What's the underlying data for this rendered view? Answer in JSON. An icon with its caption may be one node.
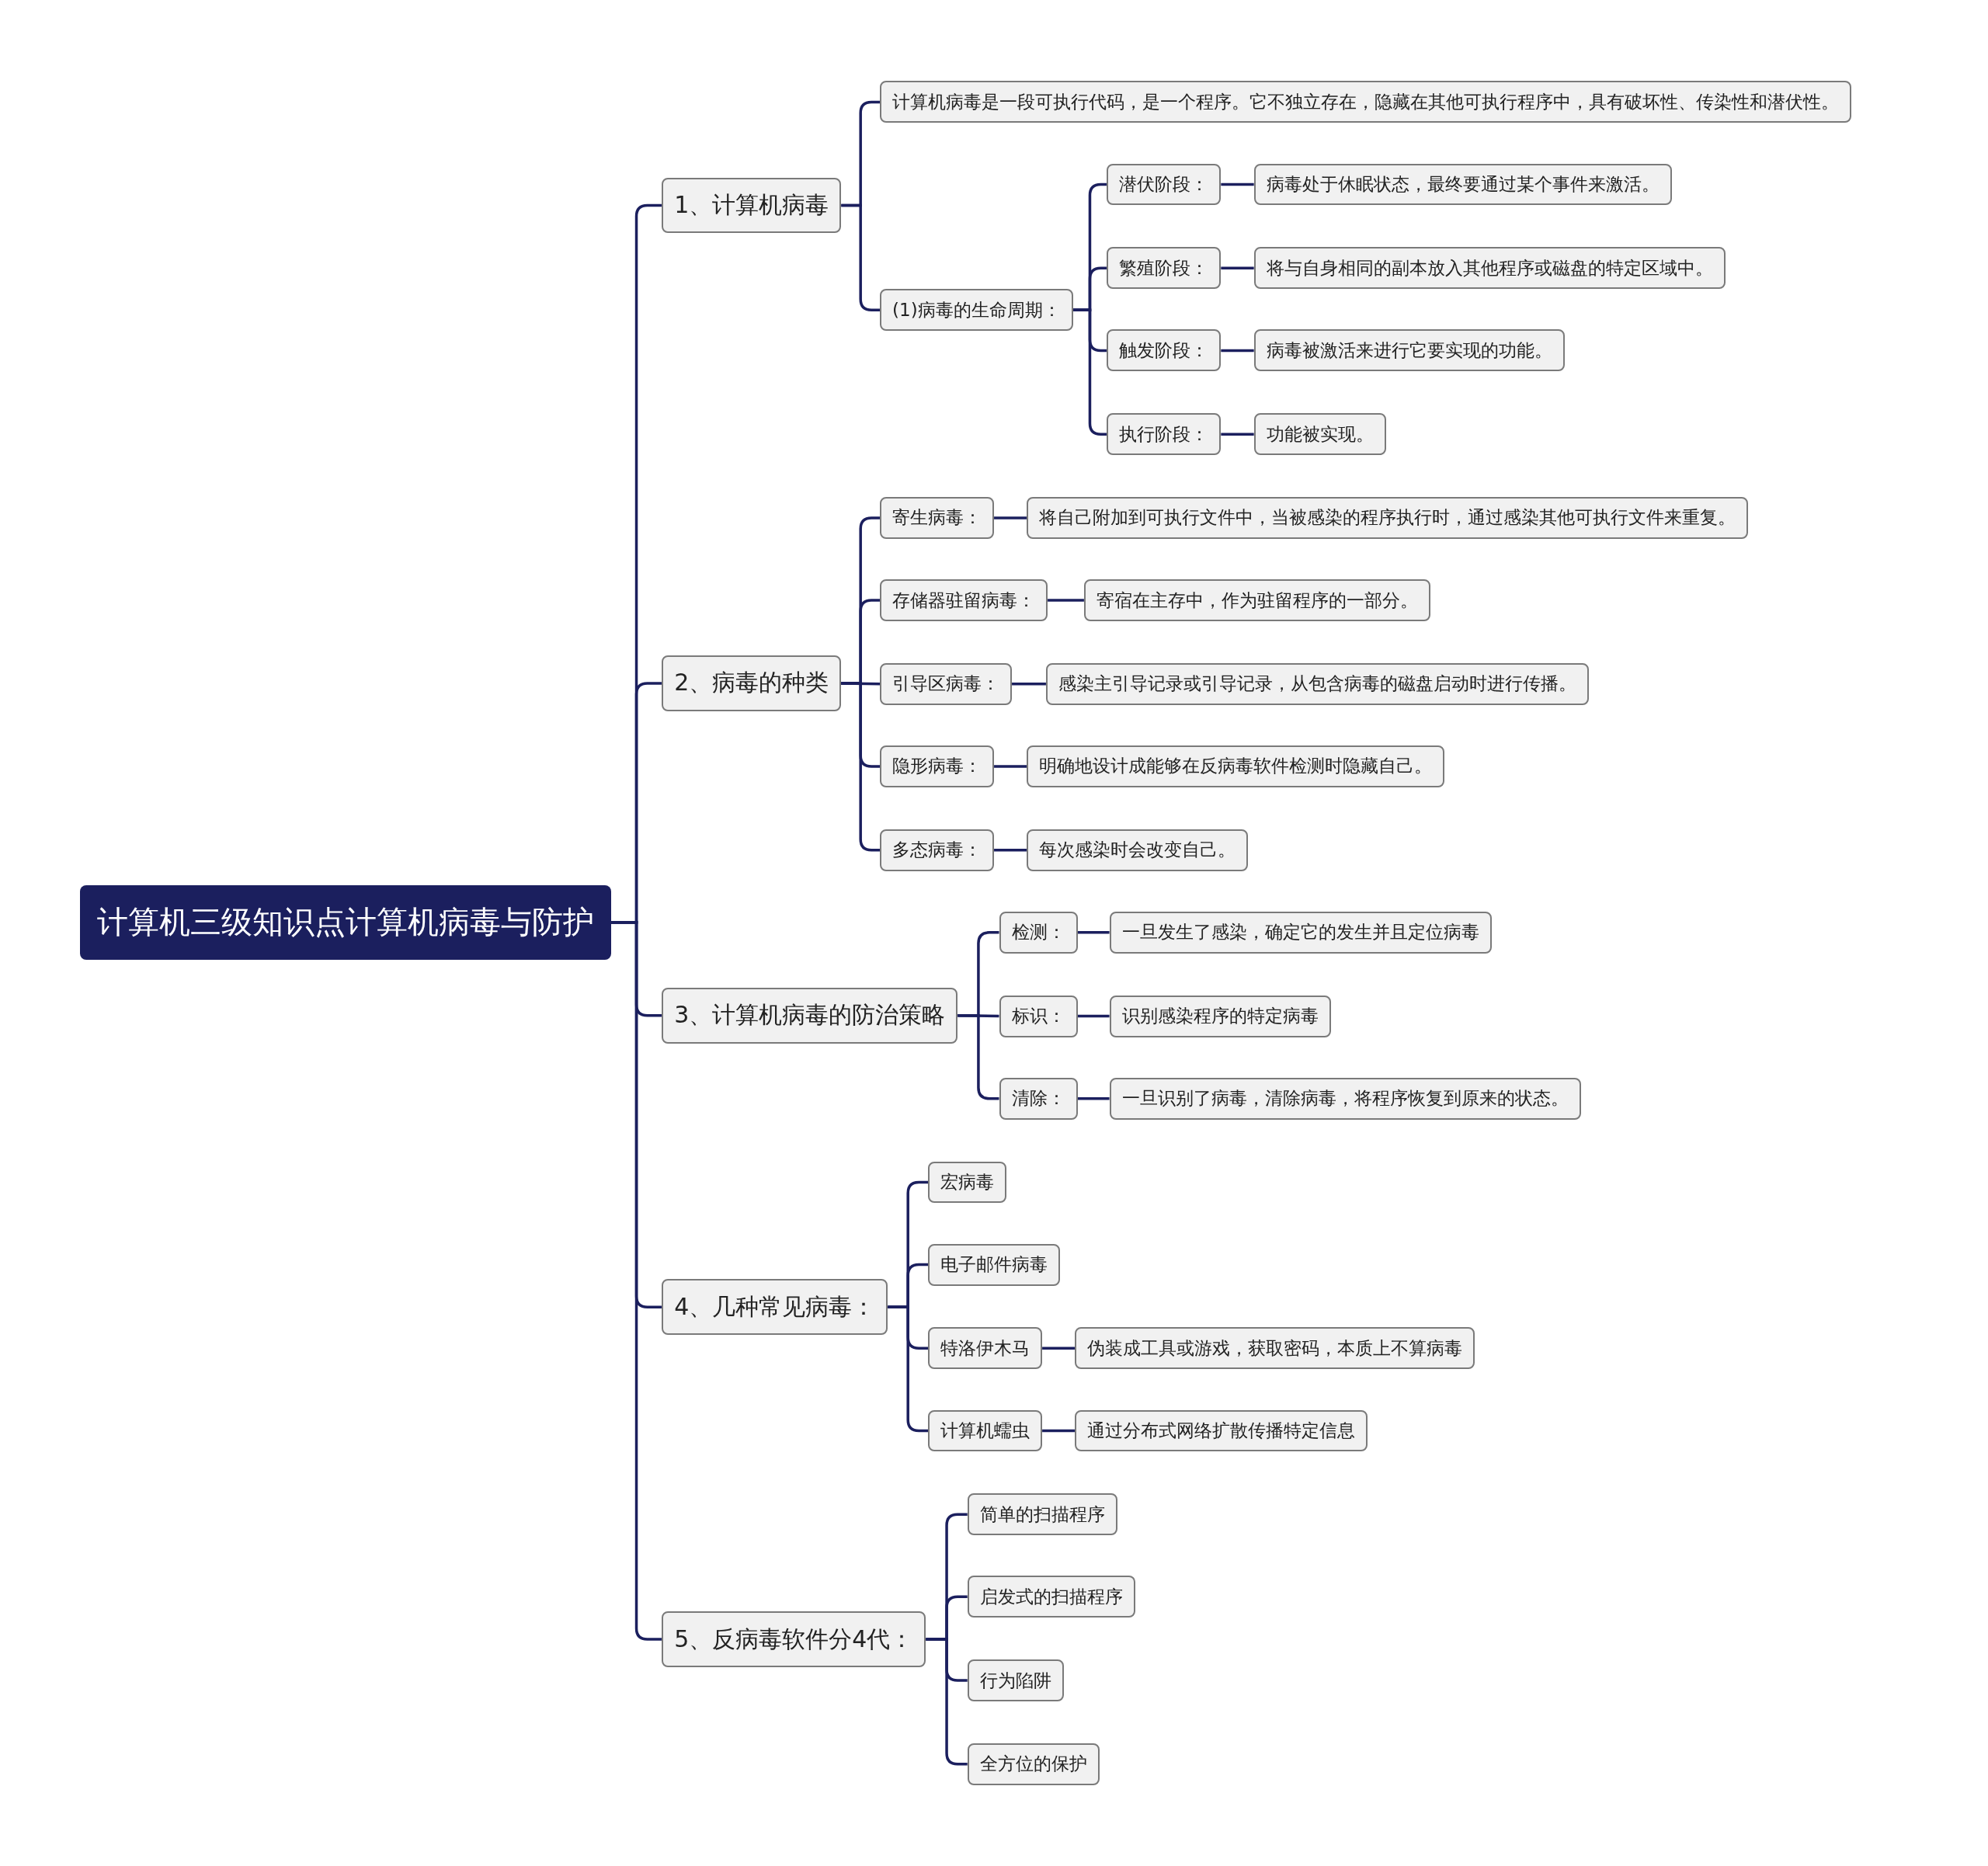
{
  "diagram": {
    "nodes": [
      {
        "text": [
          "计算机三级知识点计算机病毒与防护"
        ]
      },
      {
        "text": [
          "1、计算机病毒"
        ]
      },
      {
        "text": [
          "计算机病毒是一段可执行代码，是一个程序。它不独立存在，隐藏在其他可执行程序中，具有破坏性、传染性和潜伏性。"
        ]
      },
      {
        "text": [
          "(1)病毒的生命周期："
        ]
      },
      {
        "text": [
          "潜伏阶段："
        ]
      },
      {
        "text": [
          "病毒处于休眠状态，最终要通过某个事件来激活。"
        ]
      },
      {
        "text": [
          "繁殖阶段："
        ]
      },
      {
        "text": [
          "将与自身相同的副本放入其他程序或磁盘的特定区域中。"
        ]
      },
      {
        "text": [
          "触发阶段："
        ]
      },
      {
        "text": [
          "病毒被激活来进行它要实现的功能。"
        ]
      },
      {
        "text": [
          "执行阶段："
        ]
      },
      {
        "text": [
          "功能被实现。"
        ]
      },
      {
        "text": [
          "2、病毒的种类"
        ]
      },
      {
        "text": [
          "寄生病毒："
        ]
      },
      {
        "text": [
          "将自己附加到可执行文件中，当被感染的程序执行时，通过感染其他可执行文件来重复。"
        ]
      },
      {
        "text": [
          "存储器驻留病毒："
        ]
      },
      {
        "text": [
          "寄宿在主存中，作为驻留程序的一部分。"
        ]
      },
      {
        "text": [
          "引导区病毒："
        ]
      },
      {
        "text": [
          "感染主引导记录或引导记录，从包含病毒的磁盘启动时进行传播。"
        ]
      },
      {
        "text": [
          "隐形病毒："
        ]
      },
      {
        "text": [
          "明确地设计成能够在反病毒软件检测时隐藏自己。"
        ]
      },
      {
        "text": [
          "多态病毒："
        ]
      },
      {
        "text": [
          "每次感染时会改变自己。"
        ]
      },
      {
        "text": [
          "3、计算机病毒的防治策略"
        ]
      },
      {
        "text": [
          "检测："
        ]
      },
      {
        "text": [
          "一旦发生了感染，确定它的发生并且定位病毒"
        ]
      },
      {
        "text": [
          "标识："
        ]
      },
      {
        "text": [
          "识别感染程序的特定病毒"
        ]
      },
      {
        "text": [
          "清除："
        ]
      },
      {
        "text": [
          "一旦识别了病毒，清除病毒，将程序恢复到原来的状态。"
        ]
      },
      {
        "text": [
          "4、几种常见病毒："
        ]
      },
      {
        "text": [
          "宏病毒"
        ]
      },
      {
        "text": [
          "电子邮件病毒"
        ]
      },
      {
        "text": [
          "特洛伊木马"
        ]
      },
      {
        "text": [
          "伪装成工具或游戏，获取密码，本质上不算病毒"
        ]
      },
      {
        "text": [
          "计算机蠕虫"
        ]
      },
      {
        "text": [
          "通过分布式网络扩散传播特定信息"
        ]
      },
      {
        "text": [
          "5、反病毒软件分4代："
        ]
      },
      {
        "text": [
          "简单的扫描程序"
        ]
      },
      {
        "text": [
          "启发式的扫描程序"
        ]
      },
      {
        "text": [
          "行为陷阱"
        ]
      },
      {
        "text": [
          "全方位的保护"
        ]
      }
    ],
    "edges": [
      {
        "from": 0,
        "to": 1,
        "arrow": "none"
      },
      {
        "from": 1,
        "to": 2,
        "arrow": "none"
      },
      {
        "from": 1,
        "to": 3,
        "arrow": "none"
      },
      {
        "from": 3,
        "to": 4,
        "arrow": "none"
      },
      {
        "from": 4,
        "to": 5,
        "arrow": "none"
      },
      {
        "from": 3,
        "to": 6,
        "arrow": "none"
      },
      {
        "from": 6,
        "to": 7,
        "arrow": "none"
      },
      {
        "from": 3,
        "to": 8,
        "arrow": "none"
      },
      {
        "from": 8,
        "to": 9,
        "arrow": "none"
      },
      {
        "from": 3,
        "to": 10,
        "arrow": "none"
      },
      {
        "from": 10,
        "to": 11,
        "arrow": "none"
      },
      {
        "from": 0,
        "to": 12,
        "arrow": "none"
      },
      {
        "from": 12,
        "to": 13,
        "arrow": "none"
      },
      {
        "from": 13,
        "to": 14,
        "arrow": "none"
      },
      {
        "from": 12,
        "to": 15,
        "arrow": "none"
      },
      {
        "from": 15,
        "to": 16,
        "arrow": "none"
      },
      {
        "from": 12,
        "to": 17,
        "arrow": "none"
      },
      {
        "from": 17,
        "to": 18,
        "arrow": "none"
      },
      {
        "from": 12,
        "to": 19,
        "arrow": "none"
      },
      {
        "from": 19,
        "to": 20,
        "arrow": "none"
      },
      {
        "from": 12,
        "to": 21,
        "arrow": "none"
      },
      {
        "from": 21,
        "to": 22,
        "arrow": "none"
      },
      {
        "from": 0,
        "to": 23,
        "arrow": "none"
      },
      {
        "from": 23,
        "to": 24,
        "arrow": "none"
      },
      {
        "from": 24,
        "to": 25,
        "arrow": "none"
      },
      {
        "from": 23,
        "to": 26,
        "arrow": "none"
      },
      {
        "from": 26,
        "to": 27,
        "arrow": "none"
      },
      {
        "from": 23,
        "to": 28,
        "arrow": "none"
      },
      {
        "from": 28,
        "to": 29,
        "arrow": "none"
      },
      {
        "from": 0,
        "to": 30,
        "arrow": "none"
      },
      {
        "from": 30,
        "to": 31,
        "arrow": "none"
      },
      {
        "from": 30,
        "to": 32,
        "arrow": "none"
      },
      {
        "from": 30,
        "to": 33,
        "arrow": "none"
      },
      {
        "from": 33,
        "to": 34,
        "arrow": "none"
      },
      {
        "from": 30,
        "to": 35,
        "arrow": "none"
      },
      {
        "from": 35,
        "to": 36,
        "arrow": "none"
      },
      {
        "from": 0,
        "to": 37,
        "arrow": "none"
      },
      {
        "from": 37,
        "to": 38,
        "arrow": "none"
      },
      {
        "from": 37,
        "to": 39,
        "arrow": "none"
      },
      {
        "from": 37,
        "to": 40,
        "arrow": "none"
      },
      {
        "from": 37,
        "to": 41,
        "arrow": "none"
      }
    ]
  }
}
